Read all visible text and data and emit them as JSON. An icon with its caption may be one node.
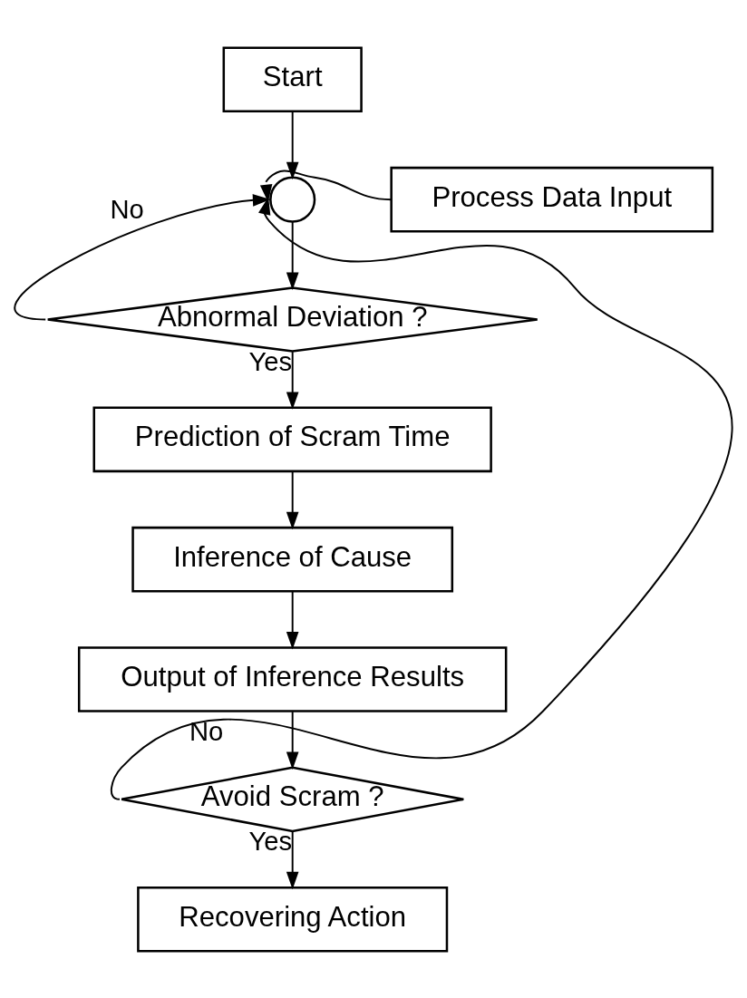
{
  "diagram": {
    "nodes": [
      {
        "text": [
          "Start"
        ]
      },
      {
        "text": [],
        "shape": "circle"
      },
      {
        "text": [
          "Process Data Input"
        ]
      },
      {
        "text": [
          "Abnormal Deviation ?"
        ]
      },
      {
        "text": [
          "Prediction of Scram Time"
        ]
      },
      {
        "text": [
          "Inference of Cause"
        ]
      },
      {
        "text": [
          "Output of Inference Results"
        ]
      },
      {
        "text": [
          "Avoid Scram ?"
        ]
      },
      {
        "text": [
          "Recovering Action"
        ]
      }
    ],
    "edges": [
      {
        "from": 0,
        "to": 1,
        "arrow": "to"
      },
      {
        "from": 2,
        "to": 1,
        "arrow": "to"
      },
      {
        "from": 1,
        "to": 3,
        "arrow": "to"
      },
      {
        "from": 3,
        "to": 1,
        "label": "No",
        "arrow": "to"
      },
      {
        "from": 3,
        "to": 4,
        "label": "Yes",
        "arrow": "to"
      },
      {
        "from": 4,
        "to": 5,
        "arrow": "to"
      },
      {
        "from": 5,
        "to": 6,
        "arrow": "to"
      },
      {
        "from": 6,
        "to": 7,
        "arrow": "to"
      },
      {
        "from": 7,
        "to": 1,
        "label": "No",
        "arrow": "to"
      },
      {
        "from": 7,
        "to": 8,
        "label": "Yes",
        "arrow": "to"
      }
    ]
  }
}
